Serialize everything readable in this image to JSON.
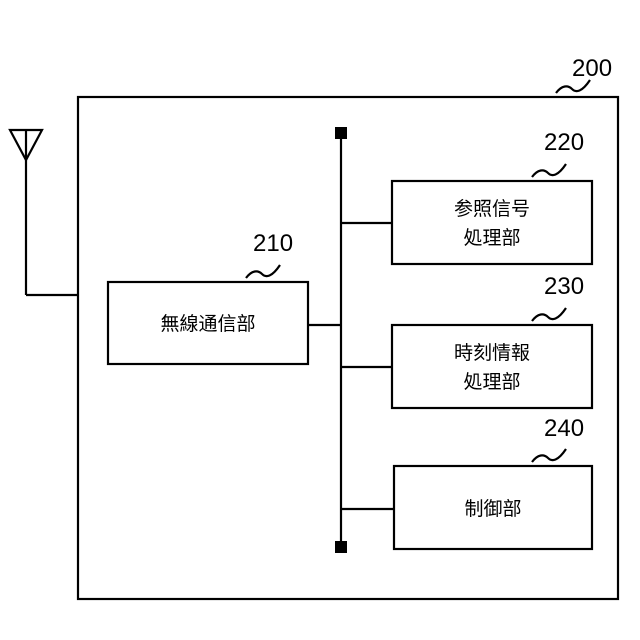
{
  "device": {
    "ref": "200"
  },
  "blocks": {
    "wireless": {
      "ref": "210",
      "label": "無線通信部"
    },
    "reference": {
      "ref": "220",
      "line1": "参照信号",
      "line2": "処理部"
    },
    "time_info": {
      "ref": "230",
      "line1": "時刻情報",
      "line2": "処理部"
    },
    "control": {
      "ref": "240",
      "label": "制御部"
    }
  }
}
